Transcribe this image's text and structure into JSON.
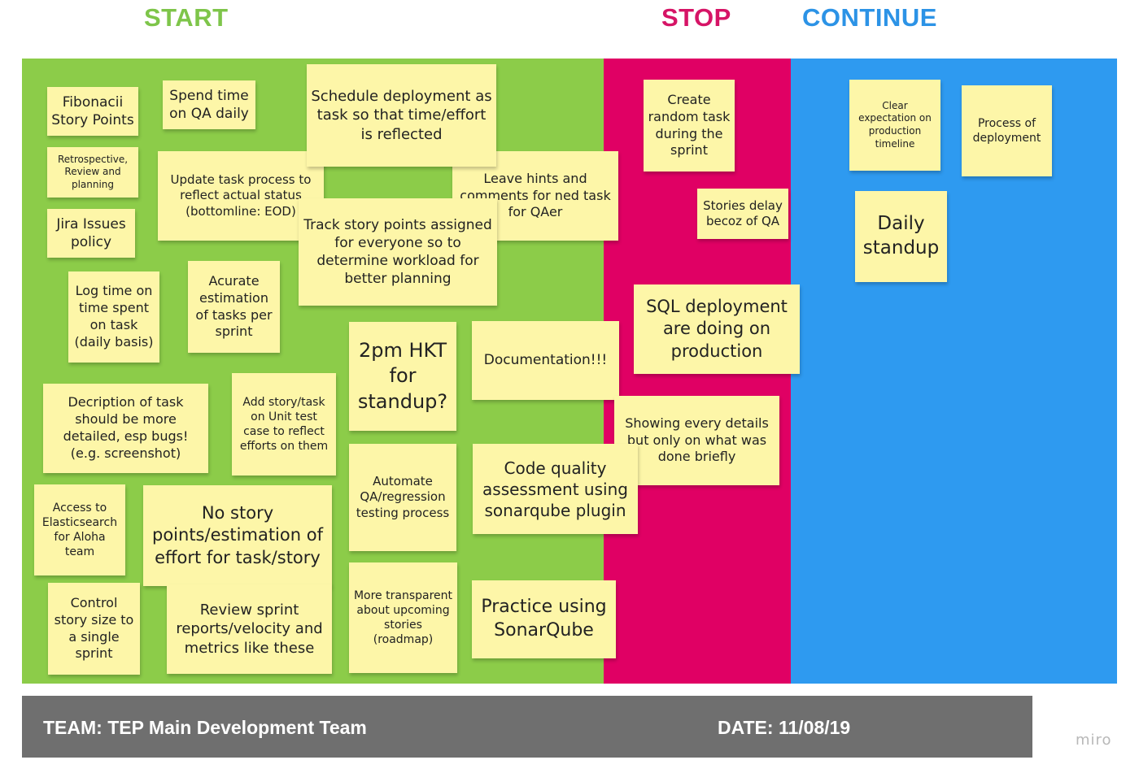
{
  "board": {
    "columns": [
      {
        "key": "start",
        "title": "START",
        "color": "#7ec54a",
        "bg": "#8ccc49"
      },
      {
        "key": "stop",
        "title": "STOP",
        "color": "#d61466",
        "bg": "#e00064"
      },
      {
        "key": "continue",
        "title": "CONTINUE",
        "color": "#2c93e6",
        "bg": "#2e9af0"
      }
    ],
    "notes": {
      "fibonacii": "Fibonacii Story Points",
      "spend_time_qa": "Spend time on QA daily",
      "schedule_deployment": "Schedule deployment as task so that time/effort is reflected",
      "retrospective": "Retrospective, Review and planning",
      "update_task": "Update task process to reflect actual status (bottomline: EOD)",
      "leave_hints": "Leave hints and comments for ned task for QAer",
      "track_story": "Track story points assigned for everyone so to determine workload for better planning",
      "jira_issues": "Jira Issues policy",
      "log_time": "Log time on time spent on task (daily basis)",
      "acurate_estimation": "Acurate estimation of tasks per sprint",
      "hkt_standup": "2pm HKT for standup?",
      "documentation": "Documentation!!!",
      "decription_task": "Decription of task should be more detailed, esp bugs! (e.g. screenshot)",
      "add_story_task": "Add story/task on Unit test case to reflect efforts on them",
      "automate_qa": "Automate QA/regression testing process",
      "code_quality": "Code quality assessment using sonarqube plugin",
      "access_es": "Access to Elasticsearch for Aloha team",
      "no_story_points": "No story points/estimation of effort for task/story",
      "control_story": "Control story size to a single sprint",
      "review_sprint": "Review sprint reports/velocity and metrics like these",
      "more_transparent": "More transparent about upcoming stories (roadmap)",
      "practice_sonar": "Practice using SonarQube",
      "create_random": "Create random task during the sprint",
      "stories_delay": "Stories delay becoz of QA",
      "sql_deployment": "SQL deployment are doing on production",
      "showing_details": "Showing every details but only on what was done briefly",
      "clear_expectation": "Clear expectation on production timeline",
      "process_deployment": "Process of deployment",
      "daily_standup": "Daily standup"
    }
  },
  "footer": {
    "team": "TEAM: TEP Main Development Team",
    "date": "DATE: 11/08/19"
  },
  "brand": "miro"
}
